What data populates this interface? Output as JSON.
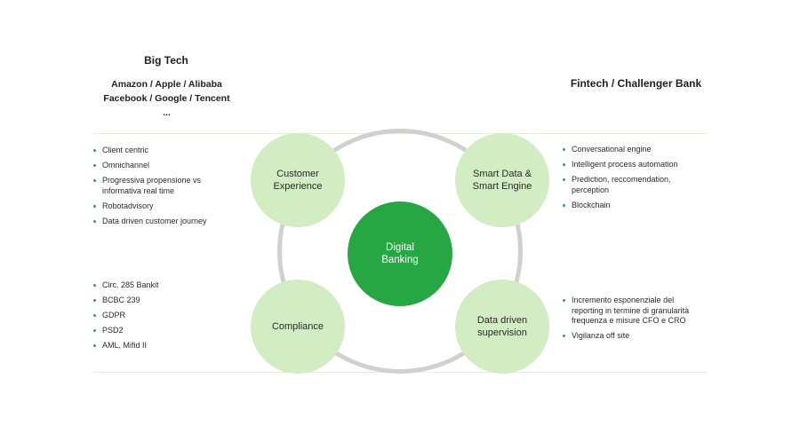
{
  "left_header": {
    "title": "Big Tech",
    "lines": [
      "Amazon / Apple / Alibaba",
      "Facebook / Google / Tencent",
      "..."
    ]
  },
  "right_header": {
    "title": "Fintech / Challenger Bank"
  },
  "center": {
    "label_lines": [
      "Digital",
      "Banking"
    ]
  },
  "nodes": {
    "top_left": {
      "label_lines": [
        "Customer",
        "Experience"
      ]
    },
    "top_right": {
      "label_lines": [
        "Smart Data &",
        "Smart Engine"
      ]
    },
    "bottom_left": {
      "label_lines": [
        "Compliance"
      ]
    },
    "bottom_right": {
      "label_lines": [
        "Data driven",
        "supervision"
      ]
    }
  },
  "lists": {
    "top_left": [
      "Client centric",
      "Omnichannel",
      "Progressiva propensione vs informativa real time",
      "Robotadvisory",
      "Data driven customer journey"
    ],
    "top_right": [
      "Conversational engine",
      "Intelligent process automation",
      "Prediction, reccomendation, perception",
      "Blockchain"
    ],
    "bottom_left": [
      "Circ. 285 Bankit",
      "BCBC 239",
      "GDPR",
      "PSD2",
      "AML, Mifid II"
    ],
    "bottom_right": [
      "Incremento esponenziale del reporting in termine di granularità frequenza e misure CFO e CRO",
      "Vigilanza off site"
    ]
  },
  "colors": {
    "accent_green": "#27a744",
    "light_green": "#d2ecc3",
    "ring_gray": "#d0d0d0",
    "divider": "#e3ecd6"
  }
}
